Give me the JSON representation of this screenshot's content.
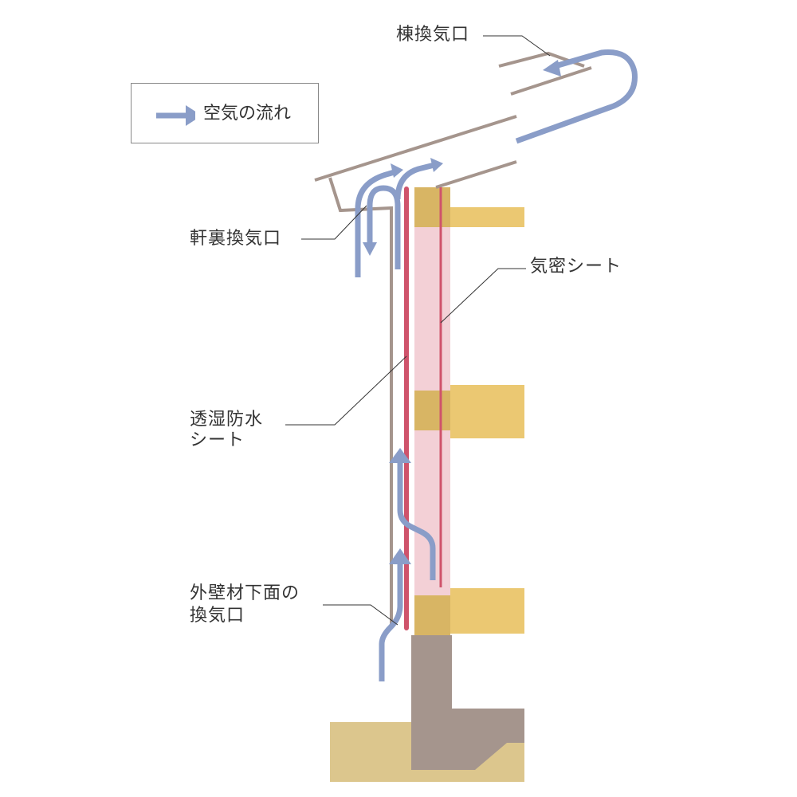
{
  "legend": {
    "label": "空気の流れ",
    "icon": "arrow-right-icon"
  },
  "labels": {
    "ridge_vent": "棟換気口",
    "eave_vent": "軒裏換気口",
    "airtight_sheet": "気密シート",
    "breathable_sheet_line1": "透湿防水",
    "breathable_sheet_line2": "シート",
    "wall_bottom_vent_line1": "外壁材下面の",
    "wall_bottom_vent_line2": "換気口"
  },
  "colors": {
    "airflow": "#8a9dc8",
    "roof_siding": "#a5958d",
    "sheet_red": "#cf536b",
    "insulation": "#f3d0d6",
    "timber_dark": "#d8b564",
    "timber": "#ebc872",
    "ground": "#dcc68d",
    "foundation": "#a5958d"
  }
}
